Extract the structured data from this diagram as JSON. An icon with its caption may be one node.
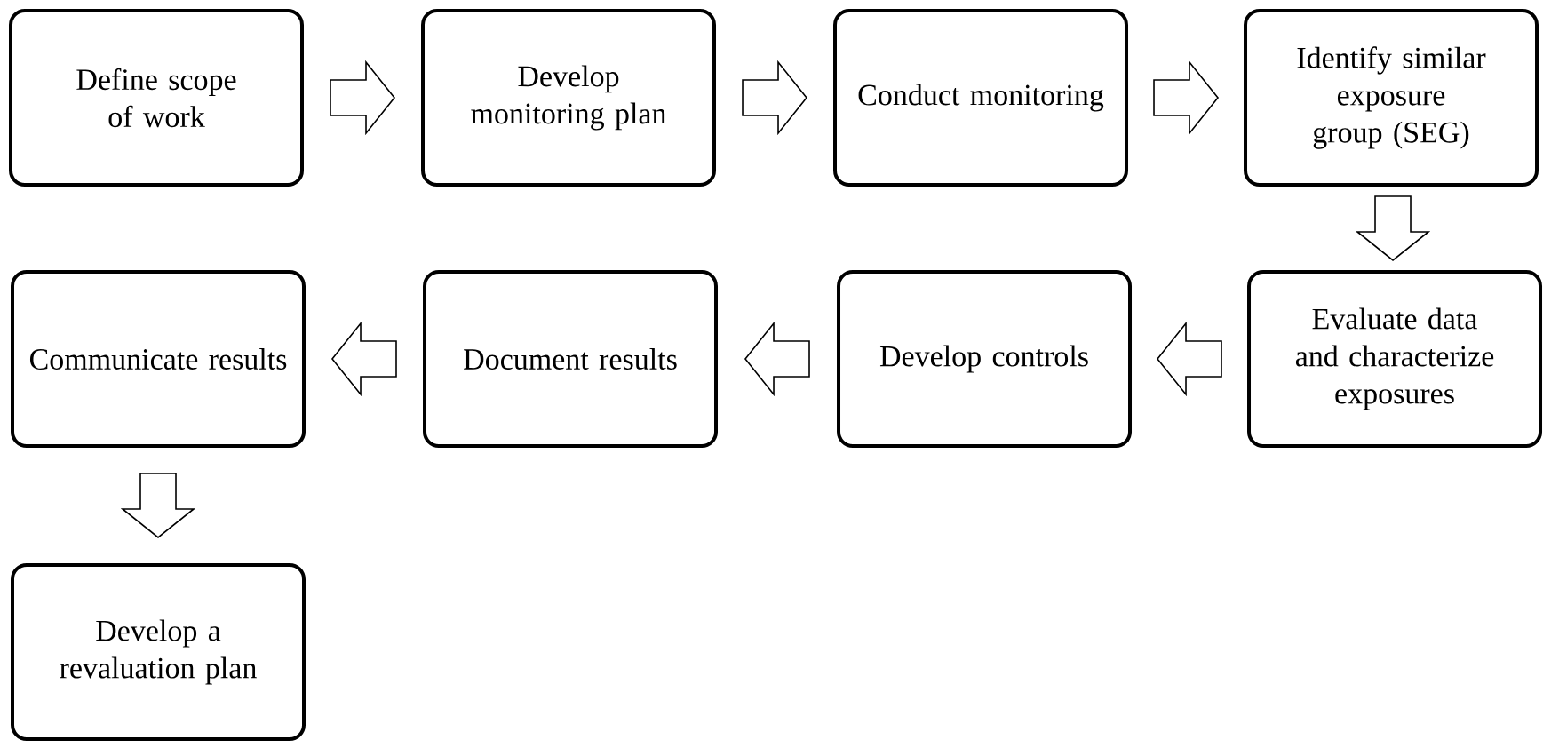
{
  "diagram": {
    "nodes": [
      {
        "text": [
          "Define scope of work"
        ]
      },
      {
        "text": [
          "Develop monitoring plan"
        ]
      },
      {
        "text": [
          "Conduct monitoring"
        ]
      },
      {
        "text": [
          "Identify similar exposure group (SEG)"
        ]
      },
      {
        "text": [
          "Evaluate data and characterize exposures"
        ]
      },
      {
        "text": [
          "Develop controls"
        ]
      },
      {
        "text": [
          "Document results"
        ]
      },
      {
        "text": [
          "Communicate results"
        ]
      },
      {
        "text": [
          "Develop a revaluation plan"
        ]
      }
    ],
    "edges": [
      {
        "from": 0,
        "to": 1,
        "arrow": "to"
      },
      {
        "from": 1,
        "to": 2,
        "arrow": "to"
      },
      {
        "from": 2,
        "to": 3,
        "arrow": "to"
      },
      {
        "from": 3,
        "to": 4,
        "arrow": "to"
      },
      {
        "from": 4,
        "to": 5,
        "arrow": "to"
      },
      {
        "from": 5,
        "to": 6,
        "arrow": "to"
      },
      {
        "from": 6,
        "to": 7,
        "arrow": "to"
      },
      {
        "from": 7,
        "to": 8,
        "arrow": "to"
      }
    ]
  }
}
